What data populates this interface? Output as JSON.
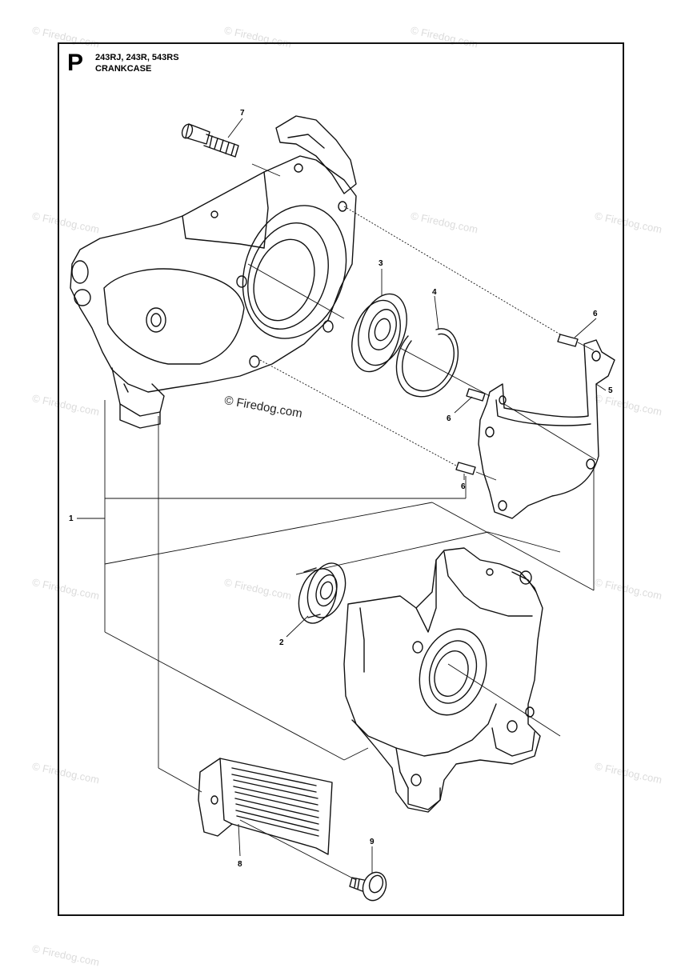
{
  "header": {
    "section_letter": "P",
    "models": "243RJ, 243R, 543RS",
    "section_name": "CRANKCASE"
  },
  "watermark": {
    "center_text": "© Firedog.com",
    "faint_text": "© Firedog.com"
  },
  "callouts": [
    {
      "id": "1",
      "label": "1"
    },
    {
      "id": "2",
      "label": "2"
    },
    {
      "id": "3",
      "label": "3"
    },
    {
      "id": "4",
      "label": "4"
    },
    {
      "id": "5",
      "label": "5"
    },
    {
      "id": "6a",
      "label": "6"
    },
    {
      "id": "6b",
      "label": "6"
    },
    {
      "id": "6c",
      "label": "6"
    },
    {
      "id": "7",
      "label": "7"
    },
    {
      "id": "8",
      "label": "8"
    },
    {
      "id": "9",
      "label": "9"
    }
  ],
  "colors": {
    "line": "#111111",
    "watermark": "#dcdcdc"
  }
}
